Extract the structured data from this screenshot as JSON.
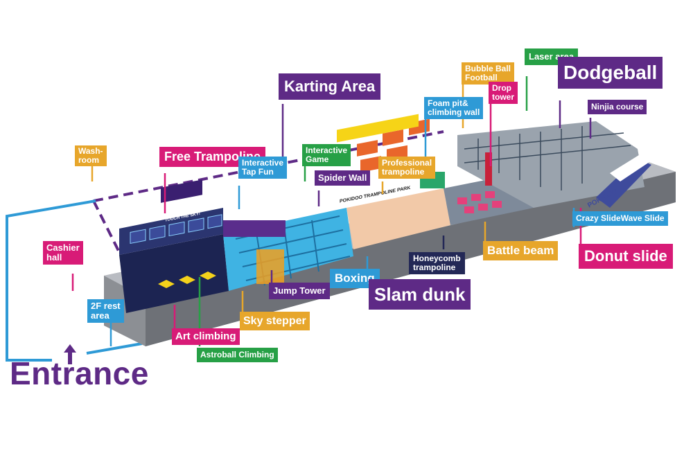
{
  "colors": {
    "purple": "#5e2a86",
    "magenta": "#d81b77",
    "blue": "#2e9ad6",
    "green": "#27a046",
    "gold": "#e7a62b",
    "navy": "#232856"
  },
  "entrance": {
    "label": "Entrance",
    "arrow_icon": "up-arrow-icon"
  },
  "areas": {
    "washroom": "Wash-\nroom",
    "cashier_hall": "Cashier\nhall",
    "rest_area_2f": "2F rest\narea",
    "free_trampoline": "Free Trampoline",
    "interactive_tap_fun": "Interactive\nTap Fun",
    "karting_area": "Karting Area",
    "interactive_game": "Interactive\nGame",
    "spider_wall": "Spider Wall",
    "professional_trampoline": "Professional\ntrampoline",
    "foam_pit_climbing_wall": "Foam pit&\nclimbing wall",
    "bubble_ball_football": "Bubble Ball\nFootball",
    "drop_tower": "Drop\ntower",
    "laser_area": "Laser area",
    "dodgeball": "Dodgeball",
    "ninja_course": "Ninjia course",
    "crazy_slide_wave_slide": "Crazy SlideWave Slide",
    "donut_slide": "Donut slide",
    "battle_beam": "Battle beam",
    "honeycomb_trampoline": "Honeycomb\ntrampoline",
    "boxing": "Boxing",
    "slam_dunk": "Slam dunk",
    "jump_tower": "Jump Tower",
    "sky_stepper": "Sky stepper",
    "art_climbing": "Art climbing",
    "astroball_climbing": "Astroball Climbing"
  },
  "signage": {
    "park_sign": "POKIDOO TRAMPOLINE PARK",
    "wall_banner": "TOUCH THE SKY!",
    "slide_sign": "POKIDOO"
  }
}
